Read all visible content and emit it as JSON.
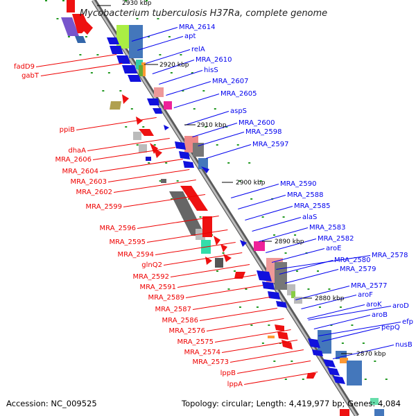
{
  "title": "Mycobacterium tuberculosis H37Ra, complete genome",
  "footer": {
    "accession": "Accession: NC_009525",
    "summary": "Topology: circular; Length: 4,419,977 bp; Genes: 4,084"
  },
  "colors": {
    "forward_labels": "#0000ee",
    "reverse_labels": "#ee0000",
    "backbone": "#999999"
  },
  "ticks": [
    {
      "label": "2930 kbp"
    },
    {
      "label": "2920 kbp"
    },
    {
      "label": "2910 kbp"
    },
    {
      "label": "2900 kbp"
    },
    {
      "label": "2890 kbp"
    },
    {
      "label": "2880 kbp"
    },
    {
      "label": "2870 kbp"
    }
  ],
  "forward_genes": [
    {
      "name": "MRA_2614"
    },
    {
      "name": "apt"
    },
    {
      "name": "relA"
    },
    {
      "name": "MRA_2610"
    },
    {
      "name": "hisS"
    },
    {
      "name": "MRA_2607"
    },
    {
      "name": "MRA_2605"
    },
    {
      "name": "aspS"
    },
    {
      "name": "MRA_2600"
    },
    {
      "name": "MRA_2598"
    },
    {
      "name": "MRA_2597"
    },
    {
      "name": "MRA_2590"
    },
    {
      "name": "MRA_2588"
    },
    {
      "name": "MRA_2585"
    },
    {
      "name": "alaS"
    },
    {
      "name": "MRA_2583"
    },
    {
      "name": "MRA_2582"
    },
    {
      "name": "aroE"
    },
    {
      "name": "MRA_2580"
    },
    {
      "name": "MRA_2578"
    },
    {
      "name": "MRA_2579"
    },
    {
      "name": "MRA_2577"
    },
    {
      "name": "aroF"
    },
    {
      "name": "aroK"
    },
    {
      "name": "aroD"
    },
    {
      "name": "aroB"
    },
    {
      "name": "efp"
    },
    {
      "name": "pepQ"
    },
    {
      "name": "nusB"
    }
  ],
  "reverse_genes": [
    {
      "name": "fadD9"
    },
    {
      "name": "gabT"
    },
    {
      "name": "ppiB"
    },
    {
      "name": "dhaA"
    },
    {
      "name": "MRA_2606"
    },
    {
      "name": "MRA_2604"
    },
    {
      "name": "MRA_2603"
    },
    {
      "name": "MRA_2602"
    },
    {
      "name": "MRA_2599"
    },
    {
      "name": "MRA_2596"
    },
    {
      "name": "MRA_2595"
    },
    {
      "name": "MRA_2594"
    },
    {
      "name": "glnQ2"
    },
    {
      "name": "MRA_2592"
    },
    {
      "name": "MRA_2591"
    },
    {
      "name": "MRA_2589"
    },
    {
      "name": "MRA_2587"
    },
    {
      "name": "MRA_2586"
    },
    {
      "name": "MRA_2576"
    },
    {
      "name": "MRA_2575"
    },
    {
      "name": "MRA_2574"
    },
    {
      "name": "MRA_2573"
    },
    {
      "name": "lppB"
    },
    {
      "name": "lppA"
    }
  ]
}
